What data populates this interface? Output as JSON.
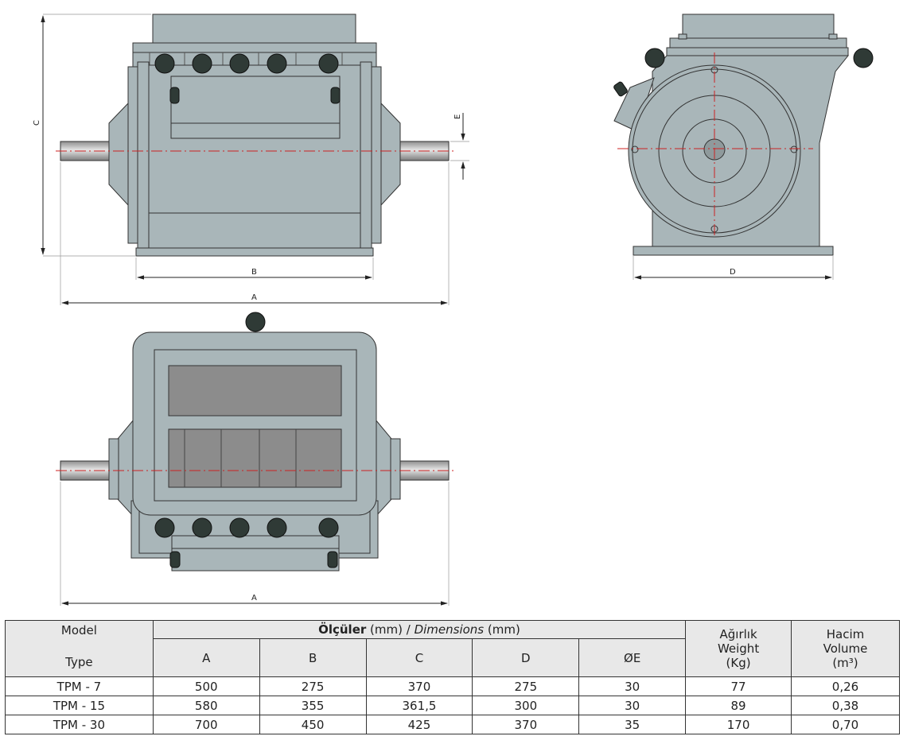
{
  "dimension_labels": {
    "A": "A",
    "B": "B",
    "C": "C",
    "D": "D",
    "E": "E"
  },
  "table": {
    "header": {
      "model": "Model",
      "type": "Type",
      "dims_bold": "Ölçüler",
      "dims_mm1": " (mm) / ",
      "dims_italic": "Dimensions",
      "dims_mm2": " (mm)",
      "col_a": "A",
      "col_b": "B",
      "col_c": "C",
      "col_d": "D",
      "col_e": "ØE",
      "weight_tr": "Ağırlık",
      "weight_en": "Weight",
      "weight_unit": "(Kg)",
      "volume_tr": "Hacim",
      "volume_en": "Volume",
      "volume_unit": "(m³)"
    },
    "rows": [
      {
        "model": "TPM - 7",
        "a": "500",
        "b": "275",
        "c": "370",
        "d": "275",
        "e": "30",
        "weight": "77",
        "volume": "0,26"
      },
      {
        "model": "TPM - 15",
        "a": "580",
        "b": "355",
        "c": "361,5",
        "d": "300",
        "e": "30",
        "weight": "89",
        "volume": "0,38"
      },
      {
        "model": "TPM - 30",
        "a": "700",
        "b": "450",
        "c": "425",
        "d": "370",
        "e": "35",
        "weight": "170",
        "volume": "0,70"
      }
    ]
  },
  "colors": {
    "body": "#a9b6b9",
    "body_dark": "#9aa8ab",
    "knob": "#2f3a36",
    "window": "#8c8c8c",
    "shaft": "#c7c7c7",
    "centerline": "#cc2222"
  }
}
